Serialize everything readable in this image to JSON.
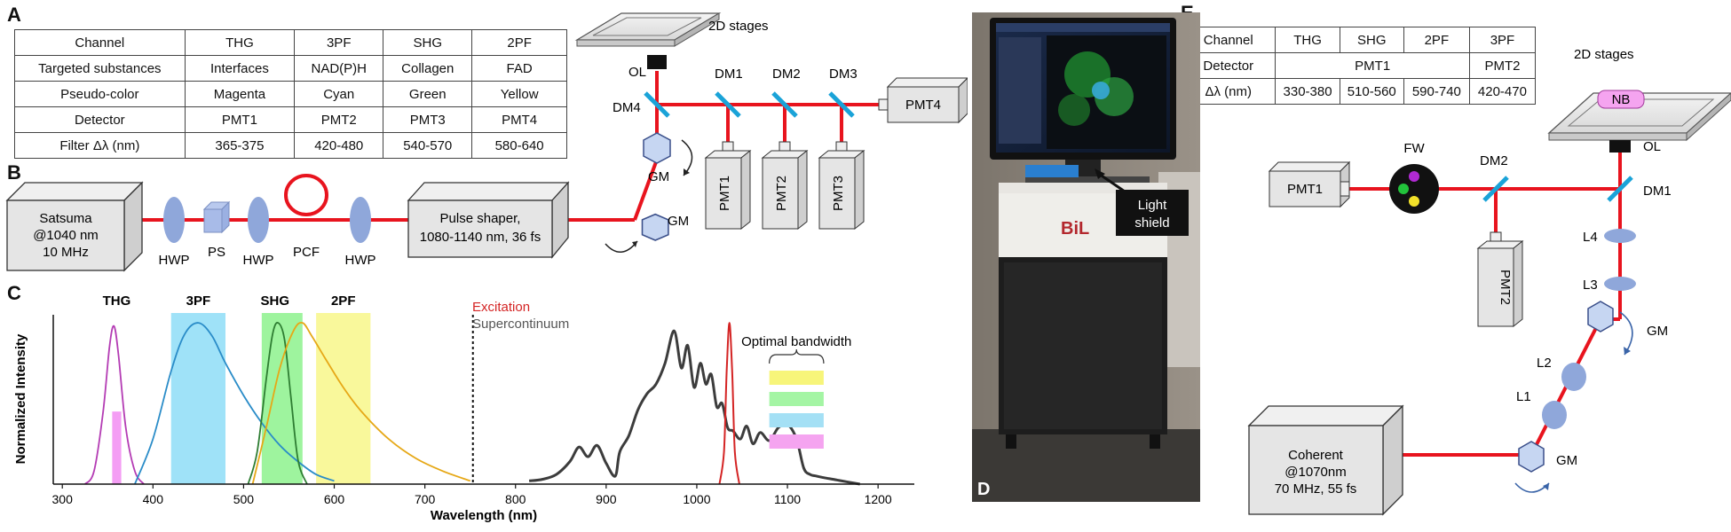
{
  "panels": {
    "a": "A",
    "b": "B",
    "c": "C",
    "d": "D",
    "e": "E"
  },
  "table_a": {
    "rows": [
      [
        "Channel",
        "THG",
        "3PF",
        "SHG",
        "2PF"
      ],
      [
        "Targeted substances",
        "Interfaces",
        "NAD(P)H",
        "Collagen",
        "FAD"
      ],
      [
        "Pseudo-color",
        "Magenta",
        "Cyan",
        "Green",
        "Yellow"
      ],
      [
        "Detector",
        "PMT1",
        "PMT2",
        "PMT3",
        "PMT4"
      ],
      [
        "Filter Δλ (nm)",
        "365-375",
        "420-480",
        "540-570",
        "580-640"
      ]
    ]
  },
  "table_e": {
    "header": [
      "Channel",
      "THG",
      "SHG",
      "2PF",
      "3PF"
    ],
    "detector_label": "Detector",
    "detector_pmt1": "PMT1",
    "detector_pmt2": "PMT2",
    "filter_row": [
      "Δλ (nm)",
      "330-380",
      "510-560",
      "590-740",
      "420-470"
    ]
  },
  "setup_b": {
    "laser": [
      "Satsuma",
      "@1040 nm",
      "10 MHz"
    ],
    "hwp1": "HWP",
    "ps": "PS",
    "hwp2": "HWP",
    "pcf": "PCF",
    "hwp3": "HWP",
    "pulse_shaper": [
      "Pulse shaper,",
      "1080-1140 nm, 36 fs"
    ],
    "gm_low": "GM",
    "gm_high": "GM",
    "stages": "2D stages",
    "ol": "OL",
    "dm4": "DM4",
    "dm1": "DM1",
    "dm2": "DM2",
    "dm3": "DM3",
    "pmt1": "PMT1",
    "pmt2": "PMT2",
    "pmt3": "PMT3",
    "pmt4": "PMT4"
  },
  "setup_e": {
    "stages": "2D stages",
    "nb": "NB",
    "ol": "OL",
    "fw": "FW",
    "dm1": "DM1",
    "dm2": "DM2",
    "pmt1": "PMT1",
    "pmt2": "PMT2",
    "l1": "L1",
    "l2": "L2",
    "l3": "L3",
    "l4": "L4",
    "gm_upper": "GM",
    "gm_lower": "GM",
    "laser": [
      "Coherent",
      "@1070nm",
      "70 MHz, 55 fs"
    ]
  },
  "photo_d": {
    "callout": [
      "Light",
      "shield"
    ],
    "logo": "BiL"
  },
  "colors": {
    "beam": "#e8141e",
    "dichroic": "#1aa3d8",
    "optic": "#8fa7da",
    "box": "#e5e5e5"
  },
  "chart_data": {
    "type": "line",
    "title": "",
    "xlabel": "Wavelength (nm)",
    "ylabel": "Normalized Intensity",
    "xlim": [
      290,
      1240
    ],
    "ylim": [
      0,
      1.05
    ],
    "xticks": [
      "300",
      "400",
      "500",
      "600",
      "700",
      "800",
      "900",
      "1000",
      "1100",
      "1200"
    ],
    "bands": [
      {
        "label": "THG",
        "range": [
          355,
          365
        ],
        "color": "#f07cf0"
      },
      {
        "label": "3PF",
        "range": [
          420,
          480
        ],
        "color": "#7fd8f5"
      },
      {
        "label": "SHG",
        "range": [
          520,
          565
        ],
        "color": "#7df07d"
      },
      {
        "label": "2PF",
        "range": [
          580,
          640
        ],
        "color": "#f7f57a"
      }
    ],
    "emission_curves": [
      {
        "color": "#b43cb4",
        "x": [
          325,
          335,
          345,
          352,
          357,
          362,
          370,
          380,
          390
        ],
        "y": [
          0,
          0.08,
          0.45,
          0.85,
          0.98,
          0.8,
          0.35,
          0.08,
          0
        ]
      },
      {
        "color": "#2a8cc8",
        "x": [
          380,
          400,
          420,
          435,
          450,
          465,
          480,
          500,
          520,
          540,
          560,
          580,
          600
        ],
        "y": [
          0,
          0.28,
          0.7,
          0.93,
          1.0,
          0.92,
          0.75,
          0.55,
          0.38,
          0.24,
          0.14,
          0.06,
          0.02
        ]
      },
      {
        "color": "#2e7d32",
        "x": [
          505,
          515,
          525,
          532,
          538,
          545,
          552,
          560,
          570
        ],
        "y": [
          0,
          0.2,
          0.65,
          0.93,
          1.0,
          0.9,
          0.55,
          0.15,
          0
        ]
      },
      {
        "color": "#e6a817",
        "x": [
          510,
          525,
          540,
          555,
          565,
          575,
          590,
          610,
          630,
          660,
          690,
          720,
          750
        ],
        "y": [
          0,
          0.35,
          0.72,
          0.95,
          1.0,
          0.92,
          0.78,
          0.6,
          0.45,
          0.28,
          0.16,
          0.08,
          0.02
        ]
      }
    ],
    "divider_x": 753,
    "legend": [
      "Excitation",
      "Supercontinuum"
    ],
    "excitation": {
      "color": "#d42424",
      "x": [
        1025,
        1030,
        1033,
        1036,
        1039,
        1042,
        1047
      ],
      "y": [
        0,
        0.2,
        0.7,
        1.0,
        0.7,
        0.2,
        0
      ]
    },
    "supercontinuum": {
      "color": "#3c3c3c",
      "x": [
        815,
        830,
        845,
        860,
        870,
        880,
        890,
        900,
        910,
        915,
        925,
        935,
        945,
        955,
        965,
        975,
        983,
        990,
        997,
        1004,
        1010,
        1016,
        1022,
        1028,
        1034,
        1040,
        1048,
        1055,
        1062,
        1070,
        1080,
        1090,
        1100,
        1110,
        1118,
        1125,
        1132,
        1140,
        1150,
        1160,
        1170,
        1180
      ],
      "y": [
        0.02,
        0.03,
        0.06,
        0.14,
        0.23,
        0.17,
        0.24,
        0.13,
        0.05,
        0.2,
        0.3,
        0.46,
        0.56,
        0.62,
        0.75,
        0.95,
        0.72,
        0.86,
        0.6,
        0.75,
        0.62,
        0.68,
        0.48,
        0.5,
        0.35,
        0.33,
        0.28,
        0.36,
        0.25,
        0.32,
        0.27,
        0.35,
        0.37,
        0.28,
        0.1,
        0.06,
        0.05,
        0.04,
        0.03,
        0.02,
        0.01,
        0.0
      ]
    },
    "optimal_bandwidth": {
      "label": "Optimal bandwidth",
      "range": [
        1080,
        1140
      ],
      "bars": [
        "#f7f57a",
        "#a4f5a4",
        "#a4e0f5",
        "#f5a4f0"
      ]
    }
  }
}
